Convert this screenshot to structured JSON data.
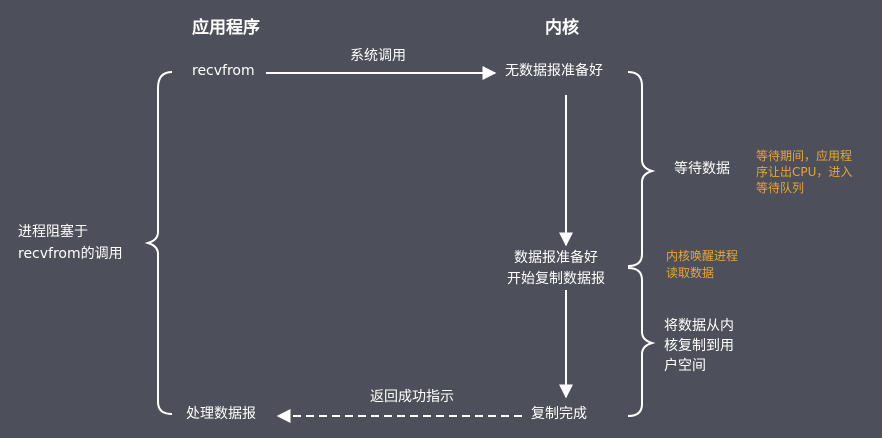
{
  "headers": {
    "app": "应用程序",
    "kernel": "内核"
  },
  "app": {
    "recvfrom": "recvfrom",
    "blocked_line1": "进程阻塞于",
    "blocked_line2": "recvfrom的调用",
    "process": "处理数据报"
  },
  "kernel": {
    "not_ready": "无数据报准备好",
    "ready_line1": "数据报准备好",
    "ready_line2": "开始复制数据报",
    "copy_done": "复制完成"
  },
  "arrows": {
    "syscall": "系统调用",
    "return_ok": "返回成功指示"
  },
  "phases": {
    "wait_data": "等待数据",
    "copy_line1": "将数据从内",
    "copy_line2": "核复制到用",
    "copy_line3": "户空间"
  },
  "notes": {
    "wait_line1": "等待期间，应用程",
    "wait_line2": "序让出CPU，进入",
    "wait_line3": "等待队列",
    "wake_line1": "内核唤醒进程",
    "wake_line2": "读取数据"
  },
  "colors": {
    "background": "#4d505a",
    "text": "#ffffff",
    "note": "#e9a436"
  }
}
